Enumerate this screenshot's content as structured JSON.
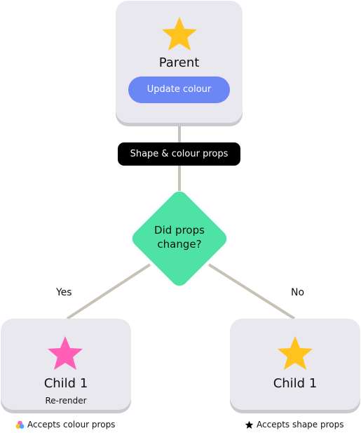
{
  "parent": {
    "title": "Parent",
    "button_label": "Update colour",
    "star_color": "#ffc21f"
  },
  "props_label": "Shape & colour props",
  "decision": {
    "line1": "Did props",
    "line2": "change?",
    "yes_label": "Yes",
    "no_label": "No"
  },
  "child_left": {
    "title": "Child 1",
    "subtitle": "Re-render",
    "star_color": "#ff5fb5",
    "legend": "Accepts colour props",
    "legend_icon": "palette-icon"
  },
  "child_right": {
    "title": "Child 1",
    "star_color": "#ffc21f",
    "legend": "Accepts shape props",
    "legend_icon": "star-icon"
  },
  "colors": {
    "card_bg": "#e8e8ee",
    "button": "#6b86f5",
    "diamond": "#4ee2a4",
    "connector": "#c8c2b6"
  }
}
